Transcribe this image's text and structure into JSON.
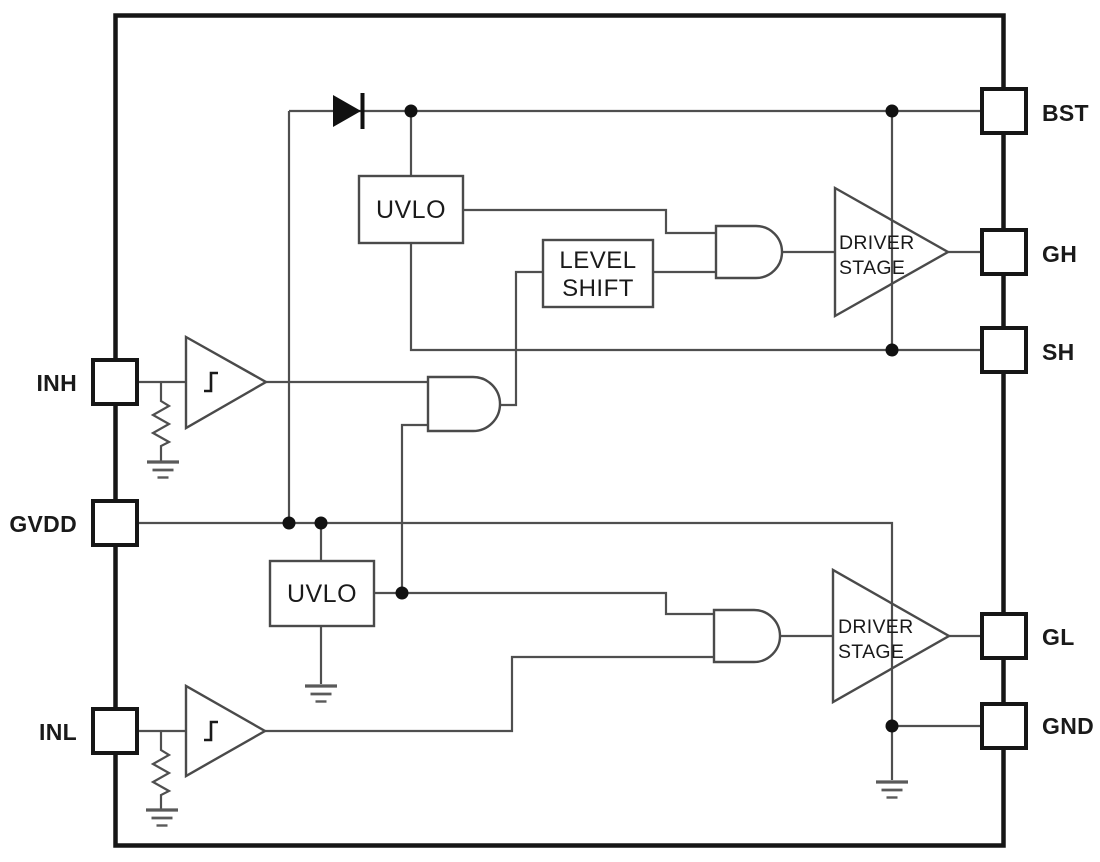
{
  "pins": {
    "left": [
      {
        "id": "inh",
        "label": "INH"
      },
      {
        "id": "gvdd",
        "label": "GVDD"
      },
      {
        "id": "inl",
        "label": "INL"
      }
    ],
    "right": [
      {
        "id": "bst",
        "label": "BST"
      },
      {
        "id": "gh",
        "label": "GH"
      },
      {
        "id": "sh",
        "label": "SH"
      },
      {
        "id": "gl",
        "label": "GL"
      },
      {
        "id": "gnd",
        "label": "GND"
      }
    ]
  },
  "blocks": {
    "uvlo_high": {
      "label": "UVLO"
    },
    "uvlo_low": {
      "label": "UVLO"
    },
    "level_shift": {
      "line1": "LEVEL",
      "line2": "SHIFT"
    },
    "driver_high": {
      "line1": "DRIVER",
      "line2": "STAGE"
    },
    "driver_low": {
      "line1": "DRIVER",
      "line2": "STAGE"
    }
  },
  "colors": {
    "background": "#ffffff",
    "wire": "#4f4f4f",
    "outline": "#161616",
    "text": "#1a1a1a"
  }
}
